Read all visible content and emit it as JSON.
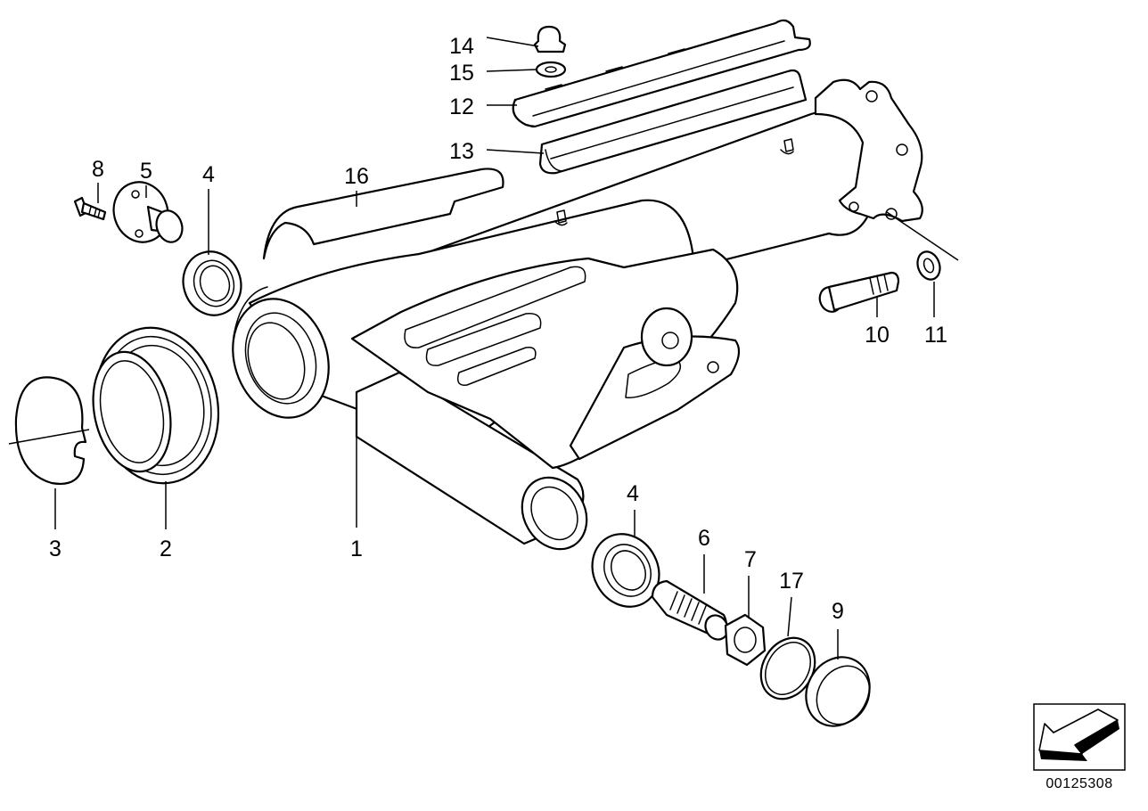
{
  "diagram": {
    "reference_number": "00125308",
    "callouts": {
      "c1": "1",
      "c2": "2",
      "c3": "3",
      "c4a": "4",
      "c4b": "4",
      "c5": "5",
      "c6": "6",
      "c7": "7",
      "c8": "8",
      "c9": "9",
      "c10": "10",
      "c11": "11",
      "c12": "12",
      "c13": "13",
      "c14": "14",
      "c15": "15",
      "c16": "16",
      "c17": "17"
    },
    "colors": {
      "line": "#000000",
      "background": "#ffffff"
    }
  }
}
